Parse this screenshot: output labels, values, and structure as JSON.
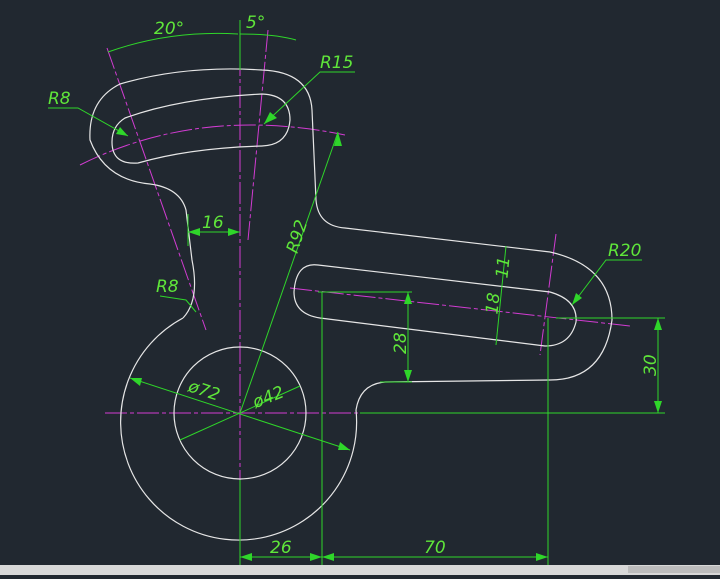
{
  "drawing": {
    "dimensions": {
      "angle_left": "20°",
      "angle_right": "5°",
      "r15": "R15",
      "r8_top": "R8",
      "r8_mid": "R8",
      "r92": "R92",
      "w16": "16",
      "d72": "ø72",
      "d42": "ø42",
      "r20": "R20",
      "h11": "11",
      "h18": "18",
      "h28": "28",
      "h30": "30",
      "w26": "26",
      "w70": "70"
    },
    "colors": {
      "background": "#212830",
      "dimension": "#2fd62a",
      "centerline": "#d23cd2",
      "object": "#e6e6e6"
    }
  }
}
